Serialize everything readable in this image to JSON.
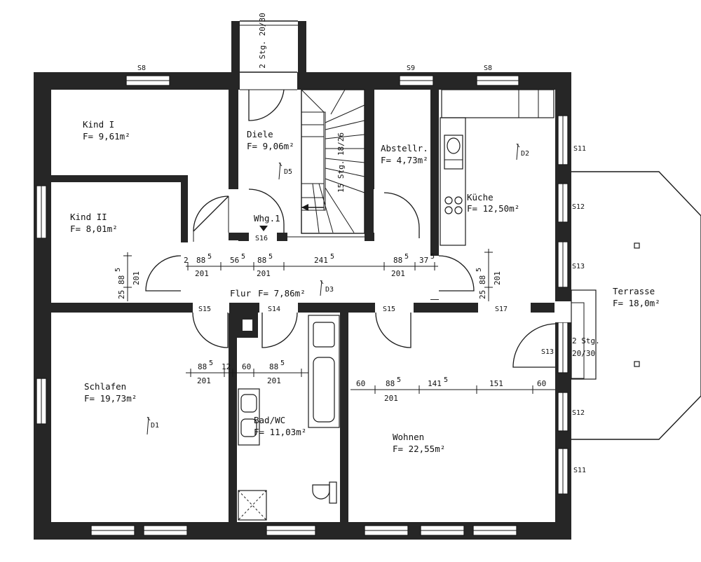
{
  "rooms": {
    "kind1": {
      "name": "Kind I",
      "area": "F= 9,61m²"
    },
    "kind2": {
      "name": "Kind II",
      "area": "F= 8,01m²"
    },
    "diele": {
      "name": "Diele",
      "area": "F= 9,06m²"
    },
    "abstell": {
      "name": "Abstellr.",
      "area": "F= 4,73m²"
    },
    "kueche": {
      "name": "Küche",
      "area": "F= 12,50m²"
    },
    "flur": {
      "name": "Flur",
      "area": "F= 7,86m²"
    },
    "schlafen": {
      "name": "Schlafen",
      "area": "F= 19,73m²"
    },
    "bad": {
      "name": "Bad/WC",
      "area": "F= 11,03m²"
    },
    "wohnen": {
      "name": "Wohnen",
      "area": "F= 22,55m²"
    },
    "terrasse": {
      "name": "Terrasse",
      "area": "F= 18,0m²"
    }
  },
  "labels": {
    "entry": "Whg.1",
    "stairs_main": "15 Stg. 18/26",
    "stairs_top": "2 Stg. 20/30",
    "stairs_terrace_1": "2 Stg.",
    "stairs_terrace_2": "20/30"
  },
  "windows": {
    "s8a": "S8",
    "s9": "S9",
    "s8b": "S8",
    "s11a": "S11",
    "s12a": "S12",
    "s13a": "S13",
    "s12b": "S12",
    "s11b": "S11",
    "s16": "S16",
    "s15a": "S15",
    "s14": "S14",
    "s15b": "S15",
    "s17": "S17",
    "s13b": "S13"
  },
  "ceilings": {
    "d1": "D1",
    "d2": "D2",
    "d3": "D3",
    "d5": "D5"
  },
  "dimensions": {
    "flur_row": [
      "2",
      "88",
      "5",
      "201",
      "56",
      "5",
      "88",
      "5",
      "201",
      "241",
      "5",
      "88",
      "5",
      "201",
      "37",
      "5"
    ],
    "kind_height": [
      "25",
      "88",
      "5",
      "201"
    ],
    "kueche_height": [
      "25",
      "88",
      "5",
      "201"
    ],
    "schlafen_row": [
      "88",
      "5",
      "12",
      "60",
      "88",
      "5",
      "201",
      "201"
    ],
    "wohnen_row": [
      "60",
      "88",
      "5",
      "201",
      "141",
      "5",
      "151",
      "60"
    ]
  }
}
